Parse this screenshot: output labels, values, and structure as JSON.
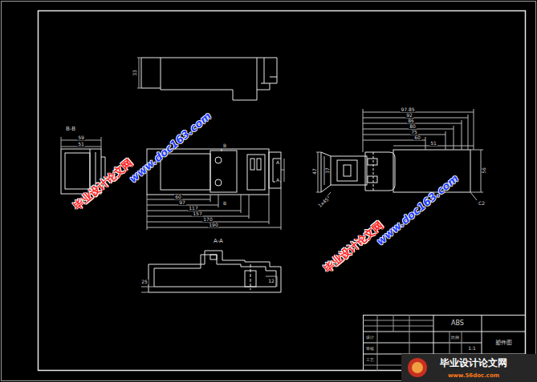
{
  "diagram": {
    "labels": [
      "33",
      "B-B",
      "59",
      "51",
      "B",
      "B",
      "A",
      "A",
      "60",
      "97",
      "117",
      "157",
      "170",
      "190",
      "A-A",
      "25",
      "12",
      "97.85",
      "92",
      "86",
      "80",
      "75",
      "60",
      "51",
      "47",
      "37",
      "56",
      "1x45°",
      "C2",
      "ABS",
      "塑件图",
      "1:1",
      "设计",
      "审核",
      "工艺",
      "比例",
      "毕业设计论文网",
      "www.doc163.com",
      "毕业设计论文网",
      "www.doc163.com",
      "毕业设计论文网",
      "www.56doc.com"
    ]
  }
}
